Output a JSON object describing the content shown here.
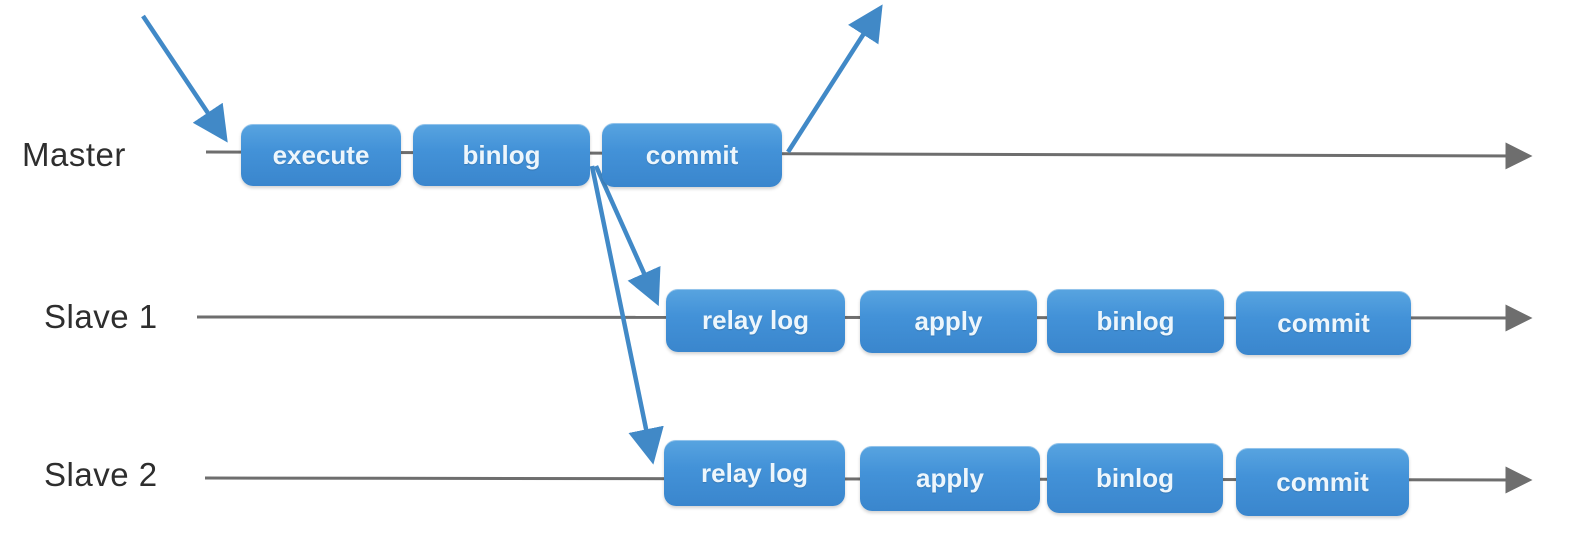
{
  "rows": [
    {
      "label": "Master",
      "boxes": [
        {
          "label": "execute"
        },
        {
          "label": "binlog"
        },
        {
          "label": "commit"
        }
      ]
    },
    {
      "label": "Slave 1",
      "boxes": [
        {
          "label": "relay log"
        },
        {
          "label": "apply"
        },
        {
          "label": "binlog"
        },
        {
          "label": "commit"
        }
      ]
    },
    {
      "label": "Slave 2",
      "boxes": [
        {
          "label": "relay log"
        },
        {
          "label": "apply"
        },
        {
          "label": "binlog"
        },
        {
          "label": "commit"
        }
      ]
    }
  ],
  "arrows": [
    {
      "name": "incoming-request",
      "from": "outside-top-left",
      "to": "master-timeline-start"
    },
    {
      "name": "outgoing-response",
      "from": "master-commit",
      "to": "outside-top-right"
    },
    {
      "name": "replication-to-slave1",
      "from": "master-binlog",
      "to": "slave1-relay-log"
    },
    {
      "name": "replication-to-slave2",
      "from": "master-binlog",
      "to": "slave2-relay-log"
    }
  ],
  "colors": {
    "box_blue_top": "#58a4e0",
    "box_blue_bottom": "#3a86cd",
    "arrow_blue": "#4189c7",
    "timeline_gray": "#6e6e6e",
    "label_text": "#2e2e2e",
    "box_text": "#edf6fc"
  }
}
